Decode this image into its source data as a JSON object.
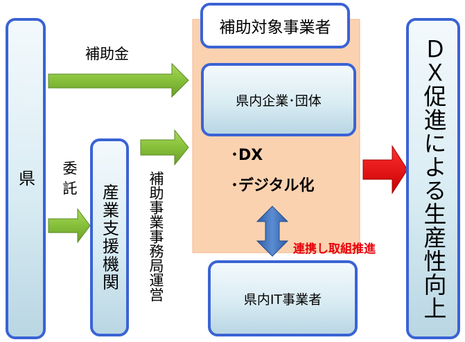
{
  "nodes": {
    "prefecture": "県",
    "support_org": "産業支援機関",
    "target_header": "補助対象事業者",
    "local_companies": "県内企業･団体",
    "local_it": "県内IT事業者",
    "outcome": "ＤＸ促進による生産性向上"
  },
  "labels": {
    "subsidy": "補助金",
    "commission": "委託",
    "operation": "補助事業事務局運営",
    "dx": "･DX",
    "digital": "･デジタル化",
    "collaboration": "連携し取組推進"
  },
  "colors": {
    "border": "#3a63d4",
    "green_arrow": "#8cc63f",
    "red_arrow": "#e8000b",
    "blue_arrow": "#3f6fb5",
    "target_fill": "#fbd2b0",
    "collab_text": "#e8000b"
  }
}
